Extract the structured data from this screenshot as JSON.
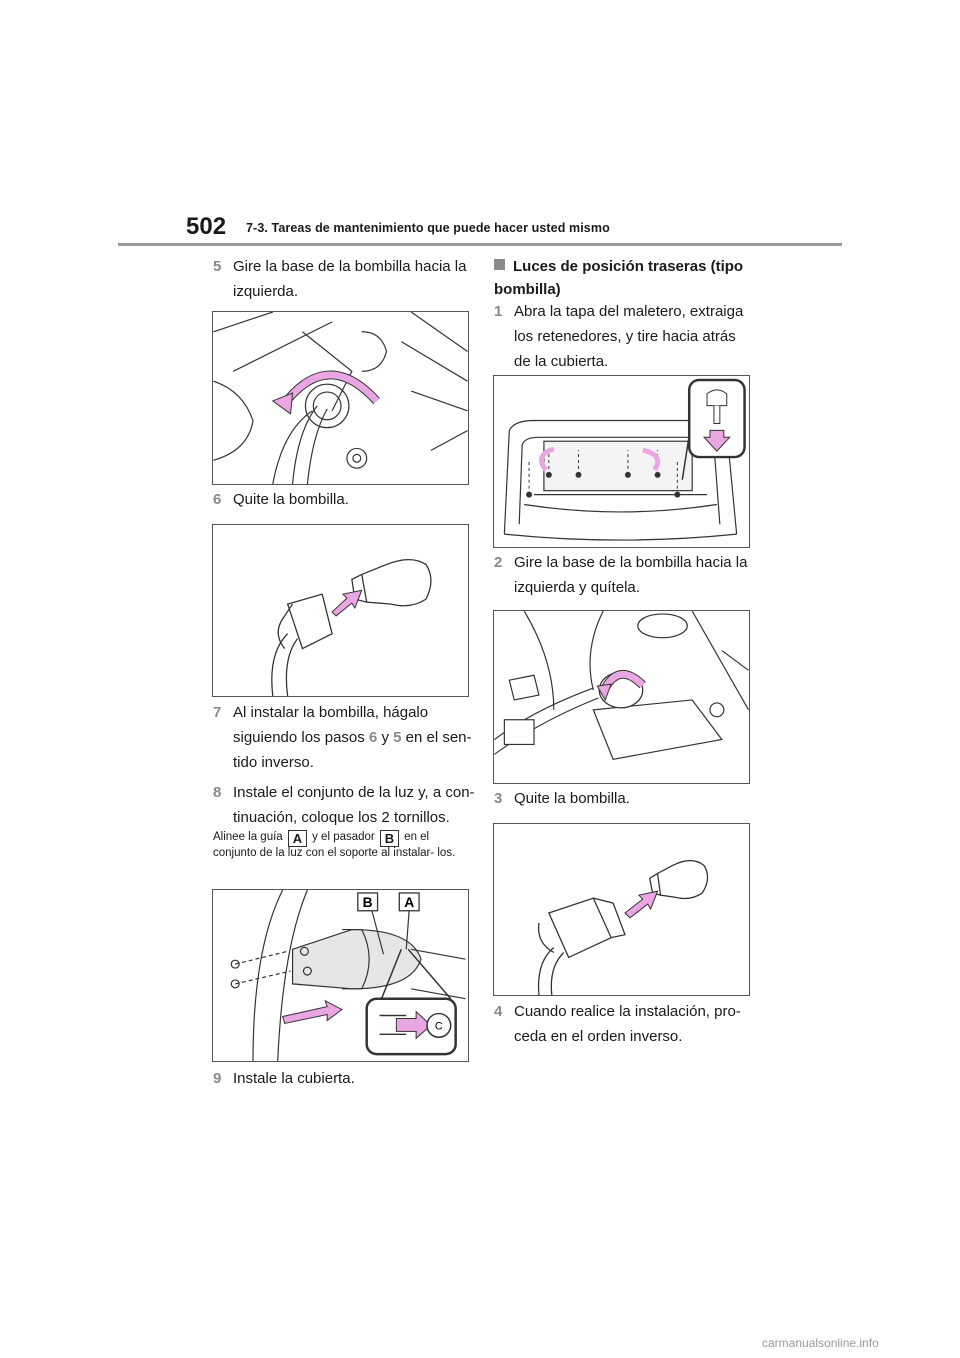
{
  "header": {
    "page_number": "502",
    "section": "7-3. Tareas de mantenimiento que puede hacer usted mismo"
  },
  "left_column": {
    "step5": {
      "num": "5",
      "text": "Gire la base de la bombilla hacia la izquierda."
    },
    "step6": {
      "num": "6",
      "text": "Quite la bombilla."
    },
    "step7": {
      "num": "7",
      "text_a": "Al instalar la bombilla, hágalo siguiendo los pasos",
      "ref1": "6",
      "text_b": "y",
      "ref2": "5",
      "text_c": "en el sen- tido inverso."
    },
    "step8": {
      "num": "8",
      "text": "Instale el conjunto de la luz y, a con- tinuación, coloque los 2 tornillos."
    },
    "note": {
      "text_a": "Alinee la guía",
      "tag_a": "A",
      "text_b": "y el pasador",
      "tag_b": "B",
      "text_c": "en el conjunto de la luz con el soporte al instalar- los."
    },
    "figure_labels": {
      "b": "B",
      "a": "A",
      "c": "C"
    },
    "step9": {
      "num": "9",
      "text": "Instale la cubierta."
    }
  },
  "right_column": {
    "heading": "Luces de posición traseras (tipo bombilla)",
    "step1": {
      "num": "1",
      "text": "Abra la tapa del maletero, extraiga los retenedores, y tire hacia atrás de la cubierta."
    },
    "step2": {
      "num": "2",
      "text": "Gire la base de la bombilla hacia la izquierda y quítela."
    },
    "step3": {
      "num": "3",
      "text": "Quite la bombilla."
    },
    "step4": {
      "num": "4",
      "text": "Cuando realice la instalación, pro- ceda en el orden inverso."
    }
  },
  "footer": {
    "watermark": "carmanualsonline.info"
  },
  "colors": {
    "arrow": "#e9a6e3",
    "step_number": "#8a8a8a",
    "rule": "#9a9a9a"
  }
}
